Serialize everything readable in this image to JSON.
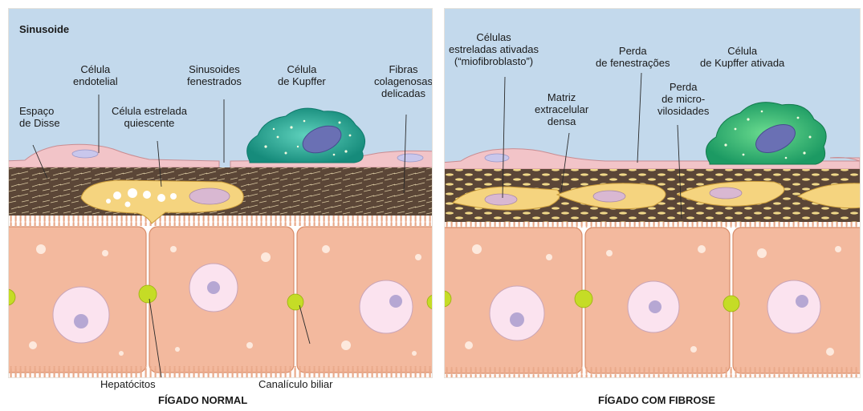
{
  "normal": {
    "region_label": "Sinusoide",
    "endothelial": [
      "Célula",
      "endotelial"
    ],
    "fenestrated": [
      "Sinusoides",
      "fenestrados"
    ],
    "kupffer": [
      "Célula",
      "de Kupffer"
    ],
    "collagen": [
      "Fibras",
      "colagenosas",
      "delicadas"
    ],
    "disse": [
      "Espaço",
      "de Disse"
    ],
    "stellate": [
      "Célula estrelada",
      "quiescente"
    ],
    "hepatocytes": "Hepatócitos",
    "canaliculus": "Canalículo biliar",
    "caption": "FÍGADO NORMAL"
  },
  "fibrosis": {
    "stellate_activated": [
      "Células",
      "estreladas ativadas",
      "(“miofibroblasto”)"
    ],
    "fenestration_loss": [
      "Perda",
      "de fenestrações"
    ],
    "kupffer_activated": [
      "Célula",
      "de Kupffer ativada"
    ],
    "matrix": [
      "Matriz",
      "extracelular",
      "densa"
    ],
    "microvilli_loss": [
      "Perda",
      "de micro-",
      "vilosidades"
    ],
    "caption": "FÍGADO COM FIBROSE"
  },
  "colors": {
    "sinusoid": "#c3d9ec",
    "matrix": "#5b4637",
    "endothelium": "#f2c4c8",
    "hepatocyte": "#f3b99e",
    "nucleus": "#fbe3ef",
    "stellate": "#f5d47f",
    "kupffer": "#23a693",
    "canaliculus": "#c5dc26"
  }
}
